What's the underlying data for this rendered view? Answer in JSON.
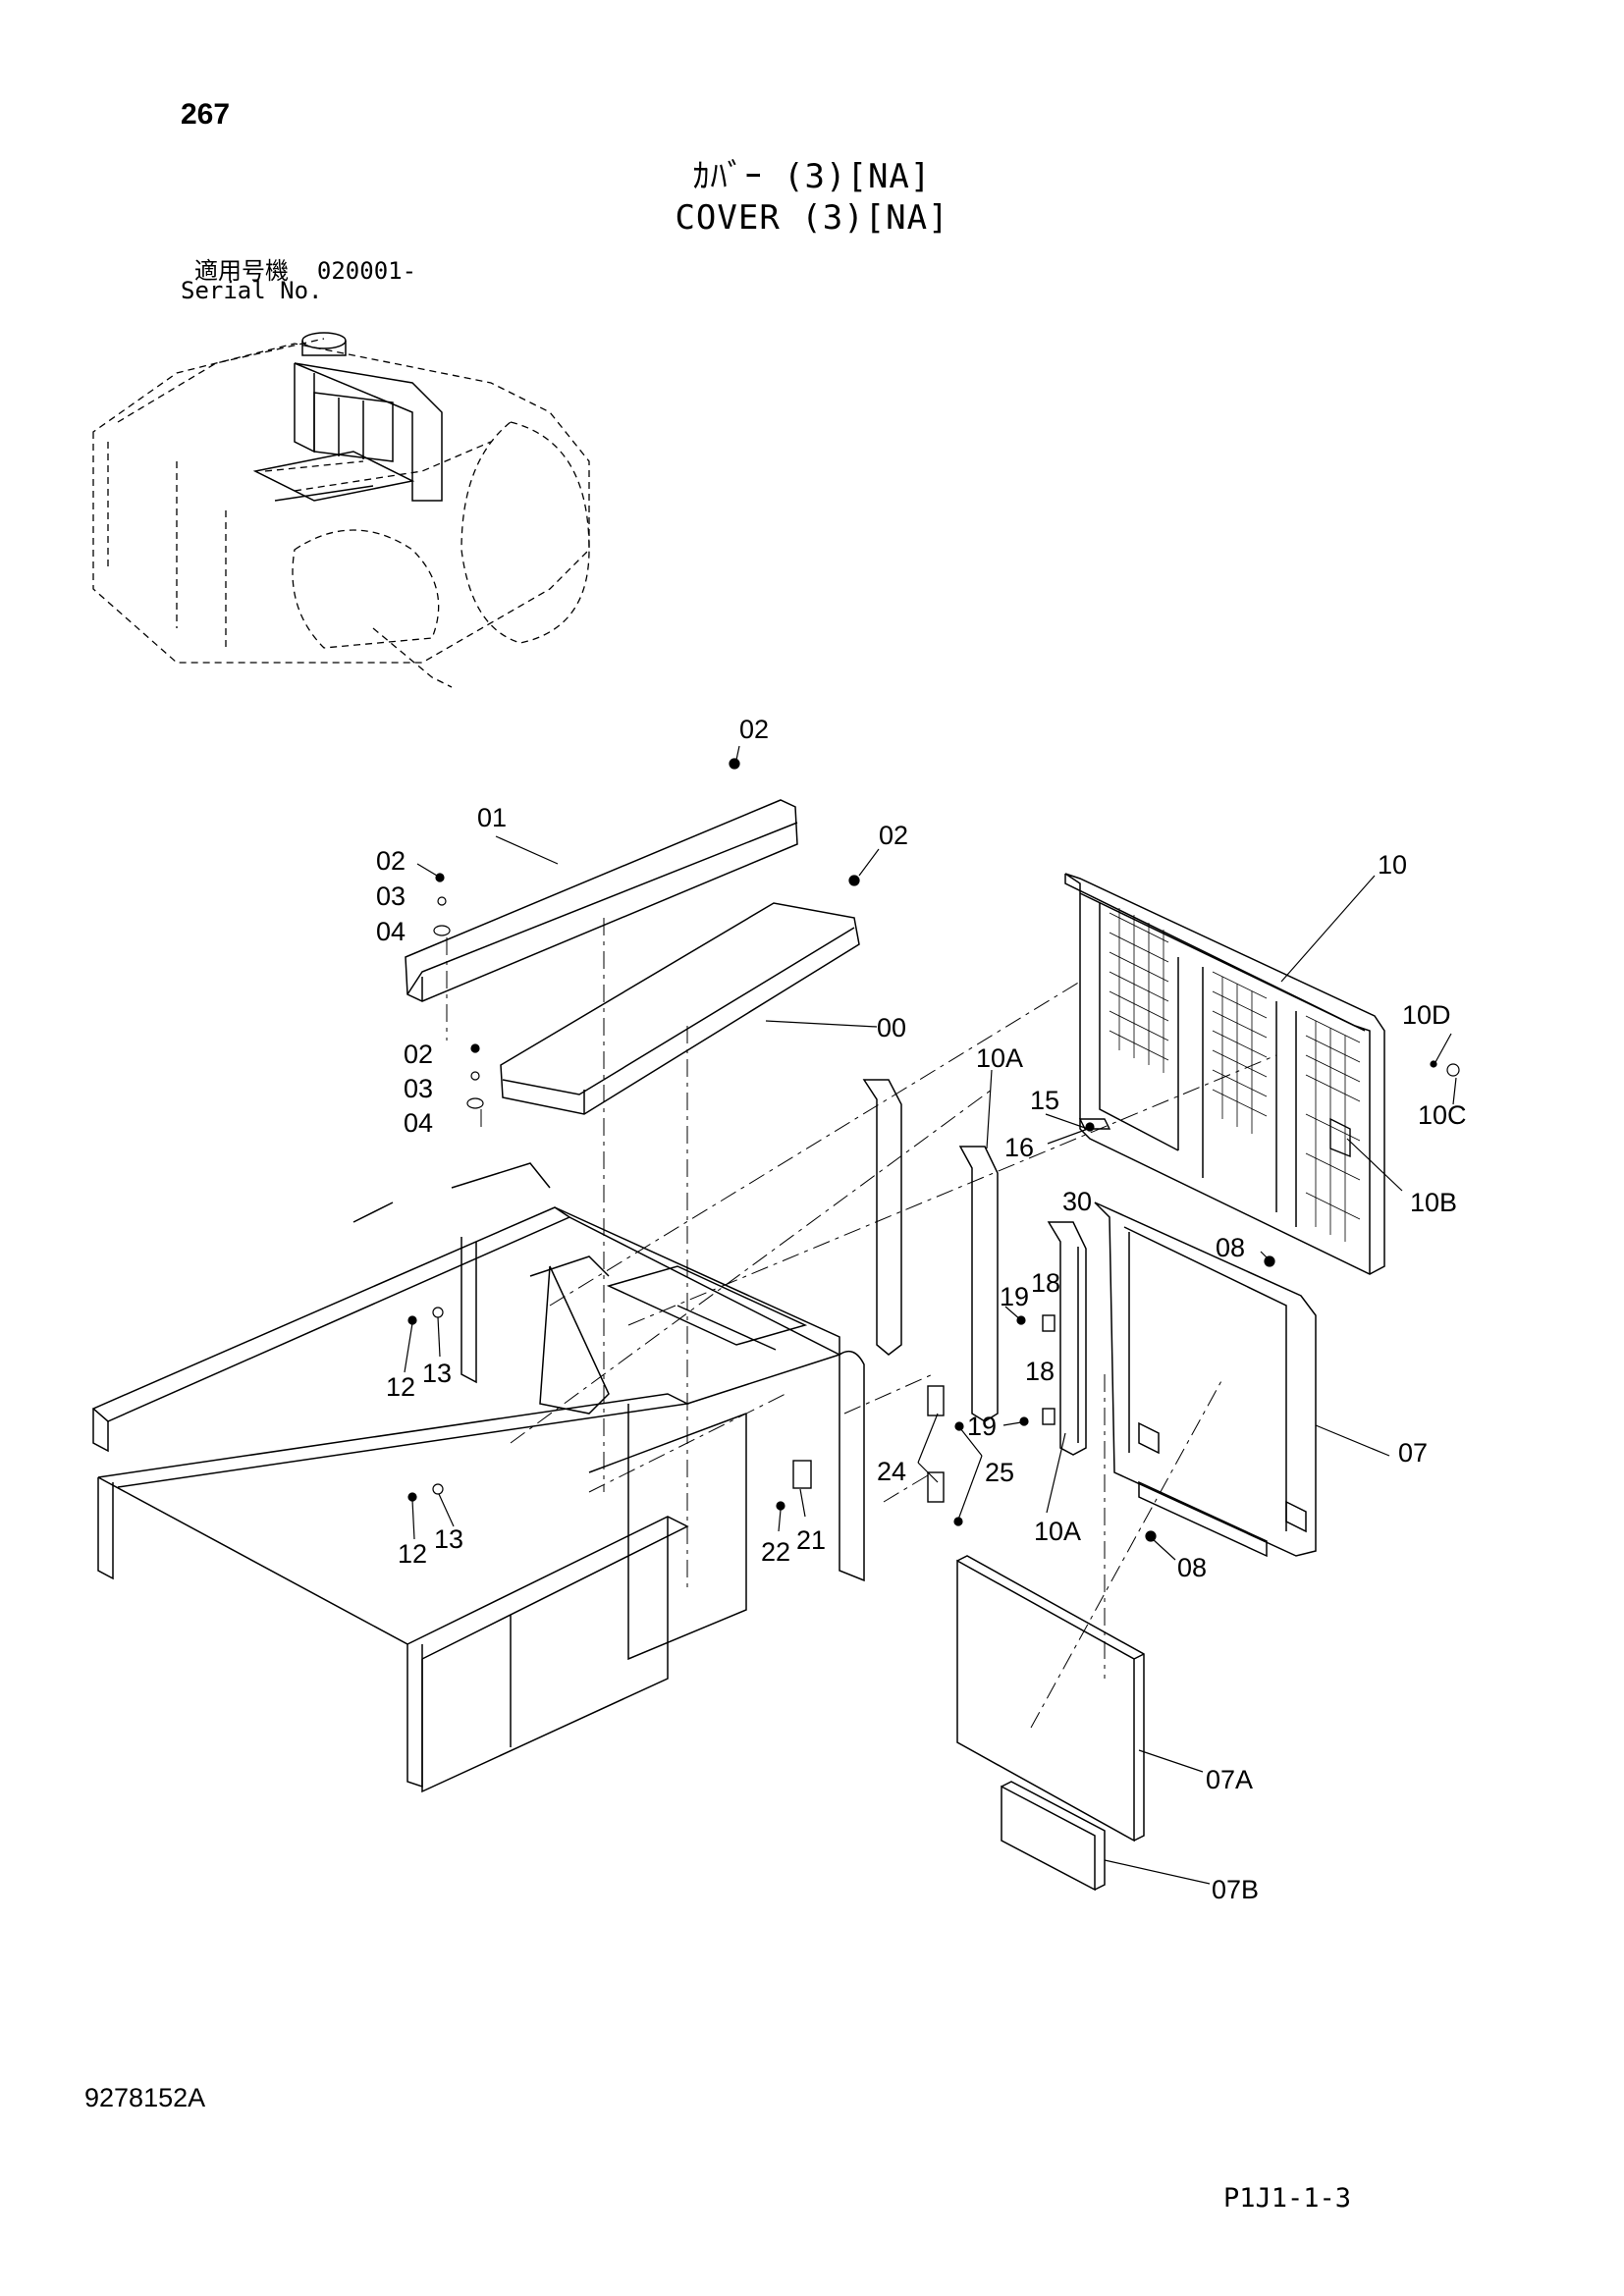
{
  "header": {
    "page_number": "267",
    "title_jp": "ｶﾊﾞｰ (3)[NA]",
    "title_en": "COVER (3)[NA]",
    "serial_label_jp": "適用号機",
    "serial_value": "020001-",
    "serial_label_en": "Serial No."
  },
  "footer": {
    "doc_number": "9278152A",
    "page_code": "P1J1-1-3"
  },
  "callouts": {
    "c00": "00",
    "c01": "01",
    "c02a": "02",
    "c02b": "02",
    "c02c": "02",
    "c02d": "02",
    "c03a": "03",
    "c03b": "03",
    "c04a": "04",
    "c04b": "04",
    "c07": "07",
    "c07A": "07A",
    "c07B": "07B",
    "c08a": "08",
    "c08b": "08",
    "c10": "10",
    "c10A_top": "10A",
    "c10A_bottom": "10A",
    "c10B": "10B",
    "c10C": "10C",
    "c10D": "10D",
    "c12a": "12",
    "c12b": "12",
    "c13a": "13",
    "c13b": "13",
    "c15": "15",
    "c16": "16",
    "c18a": "18",
    "c18b": "18",
    "c19a": "19",
    "c19b": "19",
    "c21": "21",
    "c22": "22",
    "c24": "24",
    "c25": "25",
    "c30": "30"
  }
}
